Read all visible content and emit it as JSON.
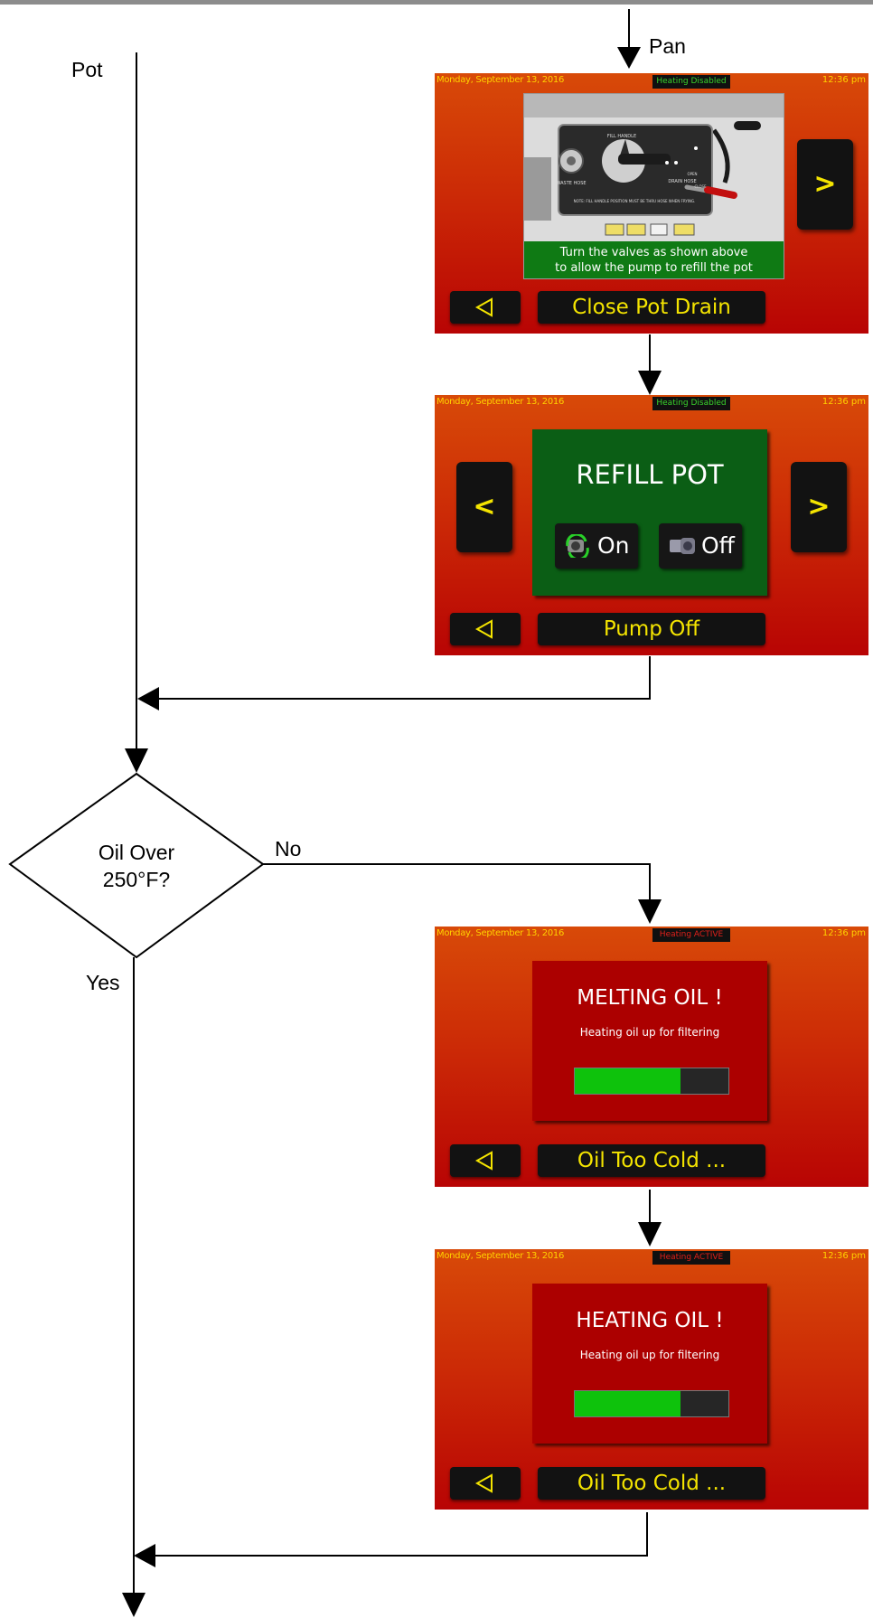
{
  "flow": {
    "pan_label": "Pan",
    "pot_label": "Pot",
    "decision_line1": "Oil Over",
    "decision_line2": "250°F?",
    "no_label": "No",
    "yes_label": "Yes"
  },
  "status_bar": {
    "date": "Monday, September 13, 2016",
    "time": "12:36 pm"
  },
  "screens": [
    {
      "status": "Heating Disabled",
      "caption_line1": "Turn the valves as shown above",
      "caption_line2": "to allow the pump to refill the pot",
      "photo_labels": {
        "fill_handle": "FILL HANDLE",
        "drain_hose": "DRAIN HOSE",
        "waste_hose": "WASTE HOSE",
        "note": "NOTE: FILL HANDLE POSITION MUST BE THRU HOSE WHEN FRYING.",
        "open": "OPEN",
        "close": "CLOSE"
      },
      "next": ">",
      "label": "Close Pot Drain"
    },
    {
      "status": "Heating Disabled",
      "title": "REFILL POT",
      "on_label": "On",
      "off_label": "Off",
      "prev": "<",
      "next": ">",
      "label": "Pump Off"
    },
    {
      "status": "Heating ACTIVE",
      "title": "MELTING OIL !",
      "subtitle": "Heating oil up for filtering",
      "progress": 0.69,
      "label": "Oil Too Cold ..."
    },
    {
      "status": "Heating ACTIVE",
      "title": "HEATING OIL !",
      "subtitle": "Heating oil up for filtering",
      "progress": 0.69,
      "label": "Oil Too Cold ..."
    }
  ],
  "colors": {
    "screen_top": "#d84a08",
    "screen_bottom": "#b80404",
    "label_yellow": "#f4e400",
    "panel_green": "#0b5e15",
    "panel_red": "#ac0000",
    "progress_green": "#0ec20c"
  },
  "icons": {
    "back": "back-triangle-icon",
    "pump_on": "pump-on-icon",
    "pump_off": "pump-off-icon",
    "arrow": "arrow-head-icon"
  }
}
